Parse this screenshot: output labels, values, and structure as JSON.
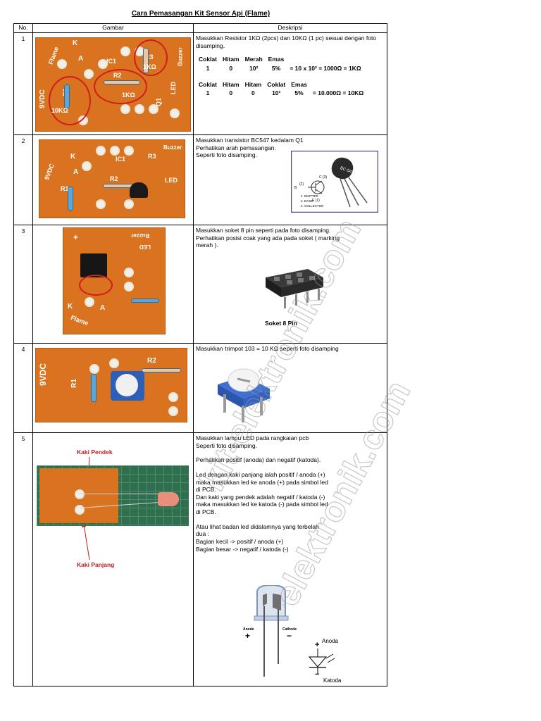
{
  "title": "Cara Pemasangan Kit Sensor Api (Flame)",
  "headers": {
    "no": "No.",
    "gambar": "Gambar",
    "deskripsi": "Deskripsi"
  },
  "watermark": "kit-elektronik.com",
  "rows": [
    {
      "no": "1",
      "desc": "Masukkan Resistor 1KΩ (2pcs) dan 10KΩ (1 pc) sesuai dengan foto   disamping.",
      "pcb_labels": [
        "9VDC",
        "Flame",
        "K",
        "A",
        "IC1",
        "R2",
        "R1",
        "R3",
        "LED",
        "Buzzer",
        "Q1"
      ],
      "ring_labels": [
        "1KΩ",
        "1KΩ",
        "10KΩ"
      ],
      "color_table_1": {
        "head": [
          "Coklat",
          "Hitam",
          "Merah",
          "Emas"
        ],
        "vals": [
          "1",
          "0",
          "10²",
          "5%"
        ],
        "eq": "=  10 x 10² = 1000Ω = 1KΩ"
      },
      "color_table_2": {
        "head": [
          "Coklat",
          "Hitam",
          "Hitam",
          "Coklat",
          "Emas"
        ],
        "vals": [
          "1",
          "0",
          "0",
          "10¹",
          "5%"
        ],
        "eq": "=  10.000Ω = 10KΩ"
      }
    },
    {
      "no": "2",
      "desc": [
        "Masukkan transistor BC547 kedalam Q1",
        "Perhatikan arah pemasangan.",
        "Seperti foto disamping."
      ],
      "pcb_labels": [
        "9VDC",
        "K",
        "A",
        "IC1",
        "R2",
        "R1",
        "R3",
        "LED",
        "Buzzer"
      ],
      "transistor": {
        "name": "BC-547",
        "legend": [
          "1. EMITTER",
          "2. BASE",
          "3. COLLECTOR"
        ],
        "pins": [
          "C (3)",
          "B",
          "(2)",
          "E (1)"
        ]
      }
    },
    {
      "no": "3",
      "desc": [
        "Masukkan soket 8 pin seperti pada foto disamping.",
        "Perhatikan posisi coak yang ada pada soket ( marking",
        "merah )."
      ],
      "pcb_labels": [
        "Buzzer",
        "LED",
        "Flame",
        "K",
        "A",
        "+"
      ],
      "socket_caption": "Soket 8 Pin"
    },
    {
      "no": "4",
      "desc": "Masukkan trimpot 103 = 10 KΩ seperti foto disamping",
      "pcb_labels": [
        "9VDC",
        "R1",
        "R2"
      ]
    },
    {
      "no": "5",
      "desc": [
        "Masukkan lampu LED pada rangkaian pcb",
        "Seperti foto disamping.",
        "",
        "Perhatikan positif (anoda) dan negatif (katoda).",
        "",
        "Led dengan kaki panjang ialah positif / anoda  (+)",
        "maka masukkan led ke anoda (+) pada simbol led",
        "di  PCB.",
        "Dan kaki yang pendek adalah negatif / katoda (-)",
        "maka masukkan led ke katoda (-) pada simbol led",
        "di PCB.",
        "",
        "Atau lihat badan led didalamnya yang terbelah",
        "dua :",
        "Bagian kecil -> positif / anoda (+)",
        "Bagian besar -> negatif / katoda (-)"
      ],
      "kaki_pendek": "Kaki Pendek",
      "kaki_panjang": "Kaki Panjang",
      "led_diagram": {
        "anode": "Anode",
        "cathode": "Cathode",
        "plus": "+",
        "minus": "−",
        "anoda": "Anoda",
        "katoda": "Katoda"
      }
    }
  ]
}
